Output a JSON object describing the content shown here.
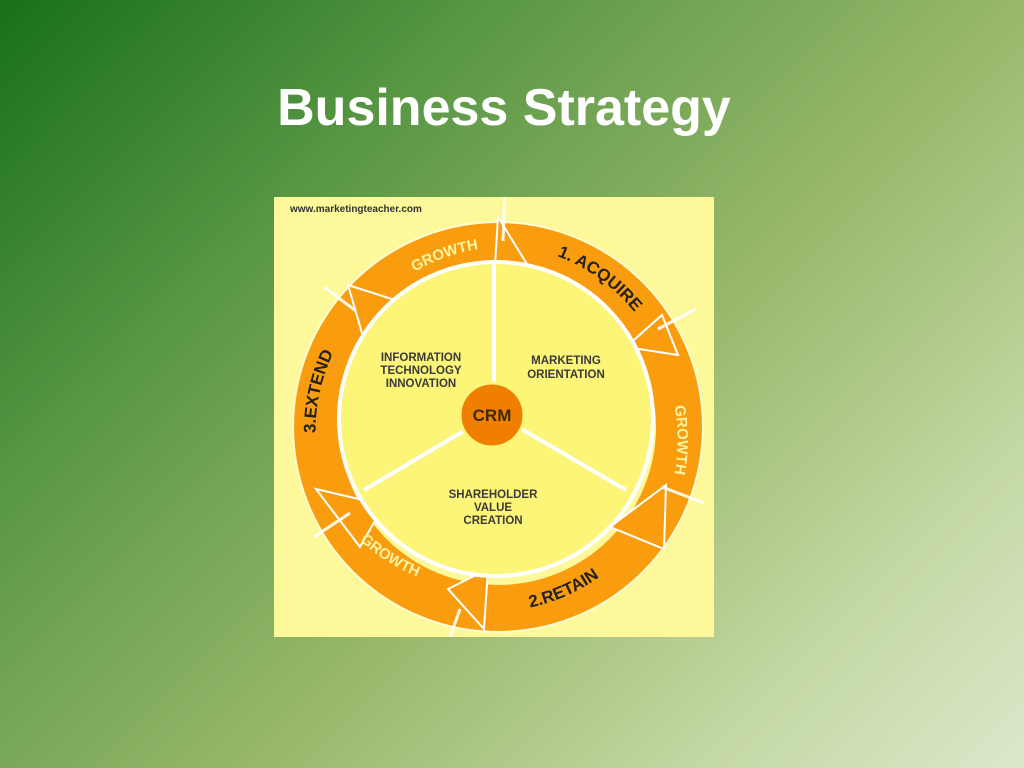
{
  "slide": {
    "title": "Business Strategy"
  },
  "diagram": {
    "watermark": "www.marketingteacher.com",
    "center": "CRM",
    "stages": {
      "acquire": "1. ACQUIRE",
      "retain": "2.RETAIN",
      "extend": "3.EXTEND"
    },
    "growth": {
      "top": "GROWTH",
      "right": "GROWTH",
      "bottom": "GROWTH"
    },
    "segments": {
      "it": [
        "INFORMATION",
        "TECHNOLOGY",
        "INNOVATION"
      ],
      "marketing": [
        "MARKETING",
        "ORIENTATION"
      ],
      "shareholder": [
        "SHAREHOLDER",
        "VALUE",
        "CREATION"
      ]
    },
    "colors": {
      "background": "#fdf89a",
      "ring": "#f99d0f",
      "inner_circle": "#fcf577",
      "center": "#f07f00",
      "growth_text": "#fff3a0",
      "stage_text": "#222222"
    }
  }
}
